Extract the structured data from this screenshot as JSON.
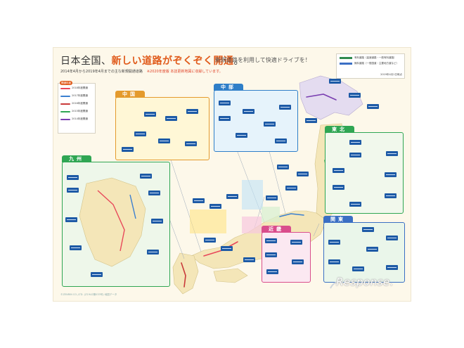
{
  "title": {
    "prefix": "日本全国、",
    "h1": "新しい",
    "mid": "道路",
    "h2": "がぞくぞく",
    "h3": "開通",
    "suffix": "。"
  },
  "subtitle": "新規道路を利用して快適ドライブを！",
  "subline": "2014年4月から2019年4月までの主な新規開通道路",
  "subline_note": "※2020年度版 本誌更新地図に収録しています。",
  "legend_left": {
    "header": "開通年度",
    "items": [
      {
        "label": "2018年度開通",
        "color": "#e8485a"
      },
      {
        "label": "2017年度開通",
        "color": "#3b7fd0"
      },
      {
        "label": "2016年度開通",
        "color": "#c93a3a"
      },
      {
        "label": "2015年度開通",
        "color": "#2fa653"
      },
      {
        "label": "2014年度開通",
        "color": "#7a3fb1"
      }
    ]
  },
  "legend_top": {
    "items": [
      {
        "label": "有料道路（高速道路・一般有料道路）",
        "color": "#2f8a4e"
      },
      {
        "label": "無料道路（一般国道・主要地方道など）",
        "color": "#3b6fc4"
      }
    ],
    "footnote": "2019年4月1日時点"
  },
  "regions": {
    "chugoku": {
      "name": "中国",
      "color": "#e49a2c"
    },
    "chubu": {
      "name": "中部",
      "color": "#2f7fc8"
    },
    "tohoku": {
      "name": "東北",
      "color": "#2fa653"
    },
    "kyushu": {
      "name": "九州",
      "color": "#2fa653"
    },
    "kinki": {
      "name": "近畿",
      "color": "#d94d8c"
    },
    "kanto": {
      "name": "関東",
      "color": "#3b6fc4"
    }
  },
  "footer": "©ZENRIN CO.,LTD. (Z19LD第033号) 地図データ",
  "watermark": "Response."
}
